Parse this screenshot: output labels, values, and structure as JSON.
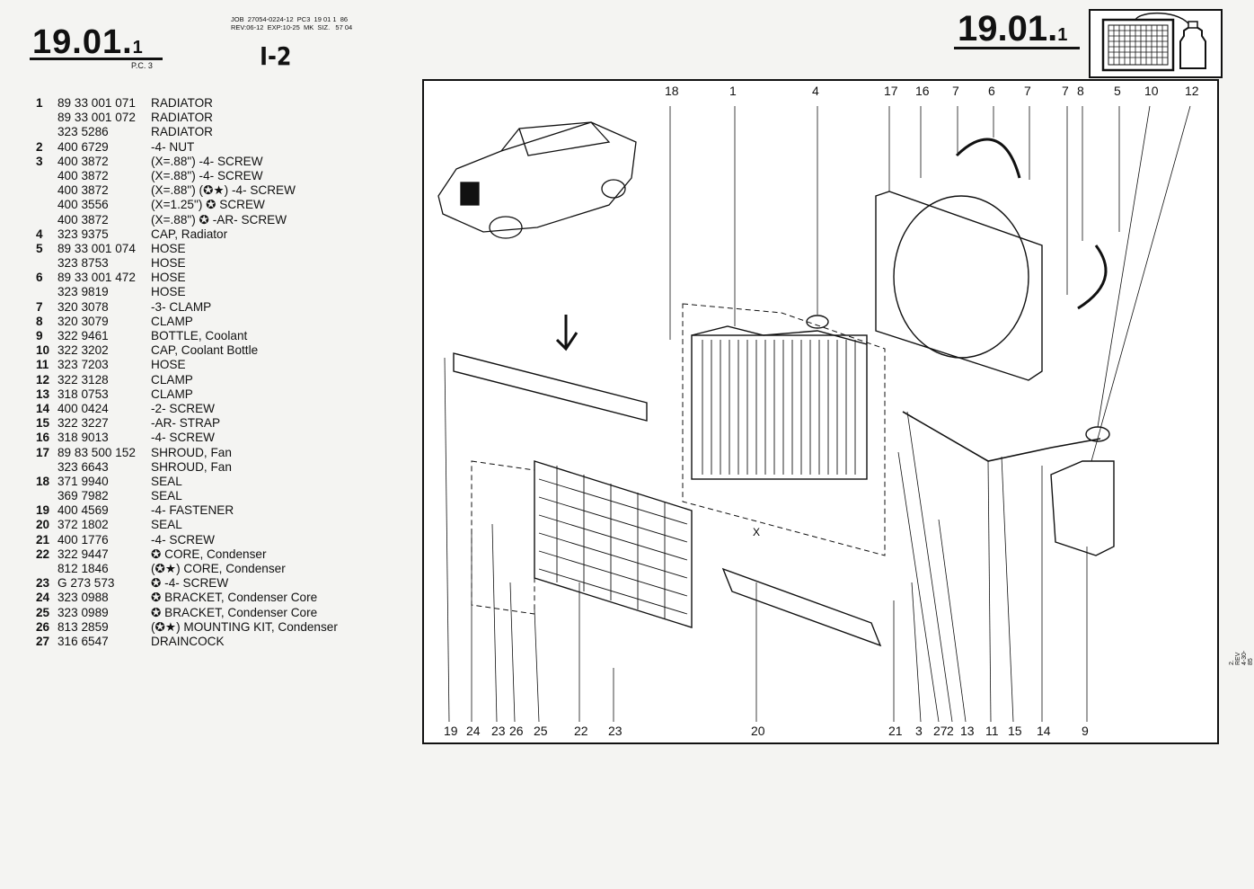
{
  "header": {
    "section_left": "19.01.",
    "section_left_sub": "1",
    "pc_label": "P.C. 3",
    "job_line_1": "JOB  27054-0224-12  PC3  19 01 1  86",
    "job_line_2": "REV:06-12  EXP:10-25  MK  SIZ.   57 04",
    "handwritten": "I-2",
    "section_right": "19.01.",
    "section_right_sub": "1"
  },
  "parts": [
    {
      "ref": "1",
      "pno": "89 33 001 071",
      "desc": "RADIATOR"
    },
    {
      "ref": "",
      "pno": "89 33 001 072",
      "desc": "RADIATOR"
    },
    {
      "ref": "",
      "pno": "323 5286",
      "desc": "RADIATOR"
    },
    {
      "ref": "2",
      "pno": "400 6729",
      "desc": "-4- NUT"
    },
    {
      "ref": "3",
      "pno": "400 3872",
      "desc": "(X=.88\")  -4- SCREW"
    },
    {
      "ref": "",
      "pno": "400 3872",
      "desc": "(X=.88\")  -4- SCREW"
    },
    {
      "ref": "",
      "pno": "400 3872",
      "desc": "(X=.88\")  (✪★)  -4- SCREW"
    },
    {
      "ref": "",
      "pno": "400 3556",
      "desc": "(X=1.25\")  ✪  SCREW"
    },
    {
      "ref": "",
      "pno": "400 3872",
      "desc": "(X=.88\")  ✪  -AR- SCREW"
    },
    {
      "ref": "4",
      "pno": "323 9375",
      "desc": "CAP, Radiator"
    },
    {
      "ref": "5",
      "pno": "89 33 001 074",
      "desc": "HOSE"
    },
    {
      "ref": "",
      "pno": "323 8753",
      "desc": "HOSE"
    },
    {
      "ref": "6",
      "pno": "89 33 001 472",
      "desc": "HOSE"
    },
    {
      "ref": "",
      "pno": "323 9819",
      "desc": "HOSE"
    },
    {
      "ref": "7",
      "pno": "320 3078",
      "desc": "-3- CLAMP"
    },
    {
      "ref": "8",
      "pno": "320 3079",
      "desc": "CLAMP"
    },
    {
      "ref": "9",
      "pno": "322 9461",
      "desc": "BOTTLE, Coolant"
    },
    {
      "ref": "10",
      "pno": "322 3202",
      "desc": "CAP, Coolant Bottle"
    },
    {
      "ref": "11",
      "pno": "323 7203",
      "desc": "HOSE"
    },
    {
      "ref": "12",
      "pno": "322 3128",
      "desc": "CLAMP"
    },
    {
      "ref": "13",
      "pno": "318 0753",
      "desc": "CLAMP"
    },
    {
      "ref": "14",
      "pno": "400 0424",
      "desc": "-2- SCREW"
    },
    {
      "ref": "15",
      "pno": "322 3227",
      "desc": "-AR- STRAP"
    },
    {
      "ref": "16",
      "pno": "318 9013",
      "desc": "-4- SCREW"
    },
    {
      "ref": "17",
      "pno": "89 83 500 152",
      "desc": "SHROUD, Fan"
    },
    {
      "ref": "",
      "pno": "323 6643",
      "desc": "SHROUD, Fan"
    },
    {
      "ref": "18",
      "pno": "371 9940",
      "desc": "SEAL"
    },
    {
      "ref": "",
      "pno": "369 7982",
      "desc": "SEAL"
    },
    {
      "ref": "19",
      "pno": "400 4569",
      "desc": "-4- FASTENER"
    },
    {
      "ref": "20",
      "pno": "372 1802",
      "desc": "SEAL"
    },
    {
      "ref": "21",
      "pno": "400 1776",
      "desc": "-4- SCREW"
    },
    {
      "ref": "22",
      "pno": "322 9447",
      "desc": "✪  CORE, Condenser"
    },
    {
      "ref": "",
      "pno": "812 1846",
      "desc": "(✪★)  CORE, Condenser"
    },
    {
      "ref": "23",
      "pno": "G 273 573",
      "desc": "✪  -4- SCREW"
    },
    {
      "ref": "24",
      "pno": "323 0988",
      "desc": "✪  BRACKET, Condenser Core"
    },
    {
      "ref": "25",
      "pno": "323 0989",
      "desc": "✪  BRACKET, Condenser Core"
    },
    {
      "ref": "26",
      "pno": "813 2859",
      "desc": "(✪★)  MOUNTING KIT, Condenser"
    },
    {
      "ref": "27",
      "pno": "316 6547",
      "desc": "DRAINCOCK"
    }
  ],
  "diagram": {
    "top_callouts": [
      "18",
      "1",
      "4",
      "17",
      "16",
      "7",
      "6",
      "7",
      "7",
      "8",
      "5",
      "10",
      "12"
    ],
    "bottom_callouts": [
      "19",
      "24",
      "23",
      "26",
      "25",
      "22",
      "23",
      "20",
      "21",
      "3",
      "27",
      "2",
      "13",
      "11",
      "15",
      "14",
      "9"
    ],
    "x_label": "X"
  },
  "side_note": "2. REV 4-30-85"
}
